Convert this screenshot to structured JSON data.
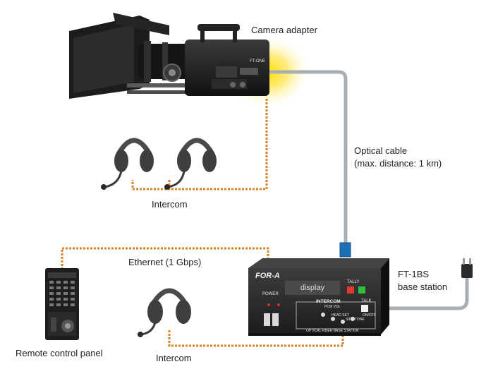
{
  "labels": {
    "camera_adapter": "Camera adapter",
    "optical_cable_line1": "Optical cable",
    "optical_cable_line2": "(max. distance: 1 km)",
    "intercom_top": "Intercom",
    "ethernet": "Ethernet (1 Gbps)",
    "base_station_line1": "FT-1BS",
    "base_station_line2": "base station",
    "remote_panel": "Remote control panel",
    "intercom_bottom": "Intercom"
  },
  "device": {
    "camera_model": "FT-ONE",
    "brand": "FOR-A",
    "display": "display",
    "tally": "TALLY",
    "intercom_panel": "INTERCOM",
    "talk": "TALK",
    "on_off": "ON/OFF",
    "power": "POWER",
    "headset": "HEAD SET",
    "side_tone": "SIDE TONE",
    "pcm_vol": "PCM VOL",
    "footer": "OPTICAL FIBER BASE STATION"
  },
  "colors": {
    "cable_orange": "#d9822b",
    "optical_cable": "#a9aeb3",
    "connector_blue": "#1a6fb5",
    "glow_yellow": "#ffd83a"
  }
}
